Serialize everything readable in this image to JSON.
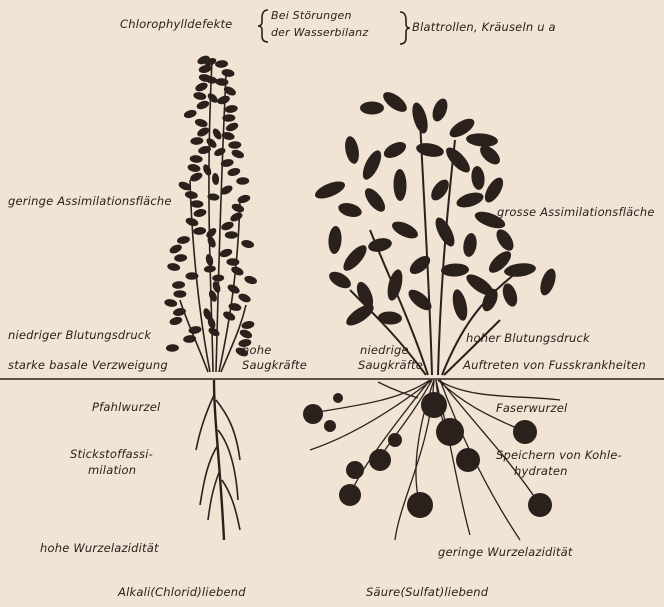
{
  "top": {
    "left": "Chlorophylldefekte",
    "brace_line1": "Bei Störungen",
    "brace_line2": "der Wasserbilanz",
    "right": "Blattrollen, Kräuseln u a"
  },
  "left_plant": {
    "assimilation": "geringe Assimilationsfläche",
    "blutungsdruck": "niedriger Blutungsdruck",
    "verzweigung": "starke basale Verzweigung",
    "saug_line1": "hohe",
    "saug_line2": "Saugkräfte",
    "wurzel": "Pfahlwurzel",
    "stick_line1": "Stickstoffassi-",
    "stick_line2": "milation",
    "aziditaet": "hohe Wurzelazidität",
    "bottom": "Alkali(Chlorid)liebend"
  },
  "right_plant": {
    "assimilation": "grosse Assimilationsfläche",
    "blutungsdruck": "hoher Blutungsdruck",
    "fuss": "Auftreten von Fusskrankheiten",
    "saug_line1": "niedrige",
    "saug_line2": "Saugkräfte",
    "wurzel": "Faserwurzel",
    "speicher_line1": "Speichern von Kohle-",
    "speicher_line2": "hydraten",
    "aziditaet": "geringe Wurzelazidität",
    "bottom": "Säure(Sulfat)liebend"
  },
  "colors": {
    "ink": "#2a211c",
    "paper": "#f1e4d4"
  }
}
